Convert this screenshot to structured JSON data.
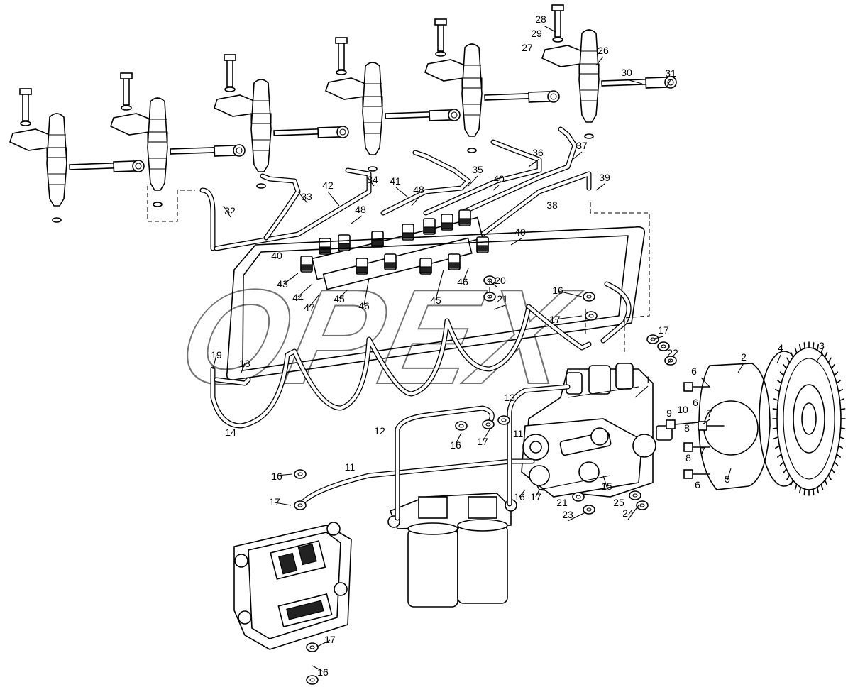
{
  "watermark": "OPEX",
  "callouts": [
    {
      "id": "c1",
      "text": "1"
    },
    {
      "id": "c2",
      "text": "2"
    },
    {
      "id": "c3",
      "text": "3"
    },
    {
      "id": "c4",
      "text": "4"
    },
    {
      "id": "c5",
      "text": "5"
    },
    {
      "id": "c6a",
      "text": "6"
    },
    {
      "id": "c6b",
      "text": "6"
    },
    {
      "id": "c6c",
      "text": "6"
    },
    {
      "id": "c7a",
      "text": "7"
    },
    {
      "id": "c7b",
      "text": "7"
    },
    {
      "id": "c8a",
      "text": "8"
    },
    {
      "id": "c8b",
      "text": "8"
    },
    {
      "id": "c9",
      "text": "9"
    },
    {
      "id": "c10",
      "text": "10"
    },
    {
      "id": "c11a",
      "text": "11"
    },
    {
      "id": "c11b",
      "text": "11"
    },
    {
      "id": "c12",
      "text": "12"
    },
    {
      "id": "c13",
      "text": "13"
    },
    {
      "id": "c14",
      "text": "14"
    },
    {
      "id": "c15",
      "text": "15"
    },
    {
      "id": "c16a",
      "text": "16"
    },
    {
      "id": "c16b",
      "text": "16"
    },
    {
      "id": "c16c",
      "text": "16"
    },
    {
      "id": "c16d",
      "text": "16"
    },
    {
      "id": "c16e",
      "text": "16"
    },
    {
      "id": "c17a",
      "text": "17"
    },
    {
      "id": "c17b",
      "text": "17"
    },
    {
      "id": "c17c",
      "text": "17"
    },
    {
      "id": "c17d",
      "text": "17"
    },
    {
      "id": "c17e",
      "text": "17"
    },
    {
      "id": "c17f",
      "text": "17"
    },
    {
      "id": "c18",
      "text": "18"
    },
    {
      "id": "c19",
      "text": "19"
    },
    {
      "id": "c20",
      "text": "20"
    },
    {
      "id": "c21a",
      "text": "21"
    },
    {
      "id": "c21b",
      "text": "21"
    },
    {
      "id": "c22",
      "text": "22"
    },
    {
      "id": "c23",
      "text": "23"
    },
    {
      "id": "c24",
      "text": "24"
    },
    {
      "id": "c25",
      "text": "25"
    },
    {
      "id": "c26",
      "text": "26"
    },
    {
      "id": "c27",
      "text": "27"
    },
    {
      "id": "c28",
      "text": "28"
    },
    {
      "id": "c29",
      "text": "29"
    },
    {
      "id": "c30",
      "text": "30"
    },
    {
      "id": "c31",
      "text": "31"
    },
    {
      "id": "c32",
      "text": "32"
    },
    {
      "id": "c33",
      "text": "33"
    },
    {
      "id": "c34",
      "text": "34"
    },
    {
      "id": "c35",
      "text": "35"
    },
    {
      "id": "c36",
      "text": "36"
    },
    {
      "id": "c37",
      "text": "37"
    },
    {
      "id": "c38",
      "text": "38"
    },
    {
      "id": "c39",
      "text": "39"
    },
    {
      "id": "c40a",
      "text": "40"
    },
    {
      "id": "c40b",
      "text": "40"
    },
    {
      "id": "c40c",
      "text": "40"
    },
    {
      "id": "c41",
      "text": "41"
    },
    {
      "id": "c42",
      "text": "42"
    },
    {
      "id": "c43",
      "text": "43"
    },
    {
      "id": "c44",
      "text": "44"
    },
    {
      "id": "c45a",
      "text": "45"
    },
    {
      "id": "c45b",
      "text": "45"
    },
    {
      "id": "c46a",
      "text": "46"
    },
    {
      "id": "c46b",
      "text": "46"
    },
    {
      "id": "c47",
      "text": "47"
    },
    {
      "id": "c48a",
      "text": "48"
    },
    {
      "id": "c48b",
      "text": "48"
    }
  ]
}
